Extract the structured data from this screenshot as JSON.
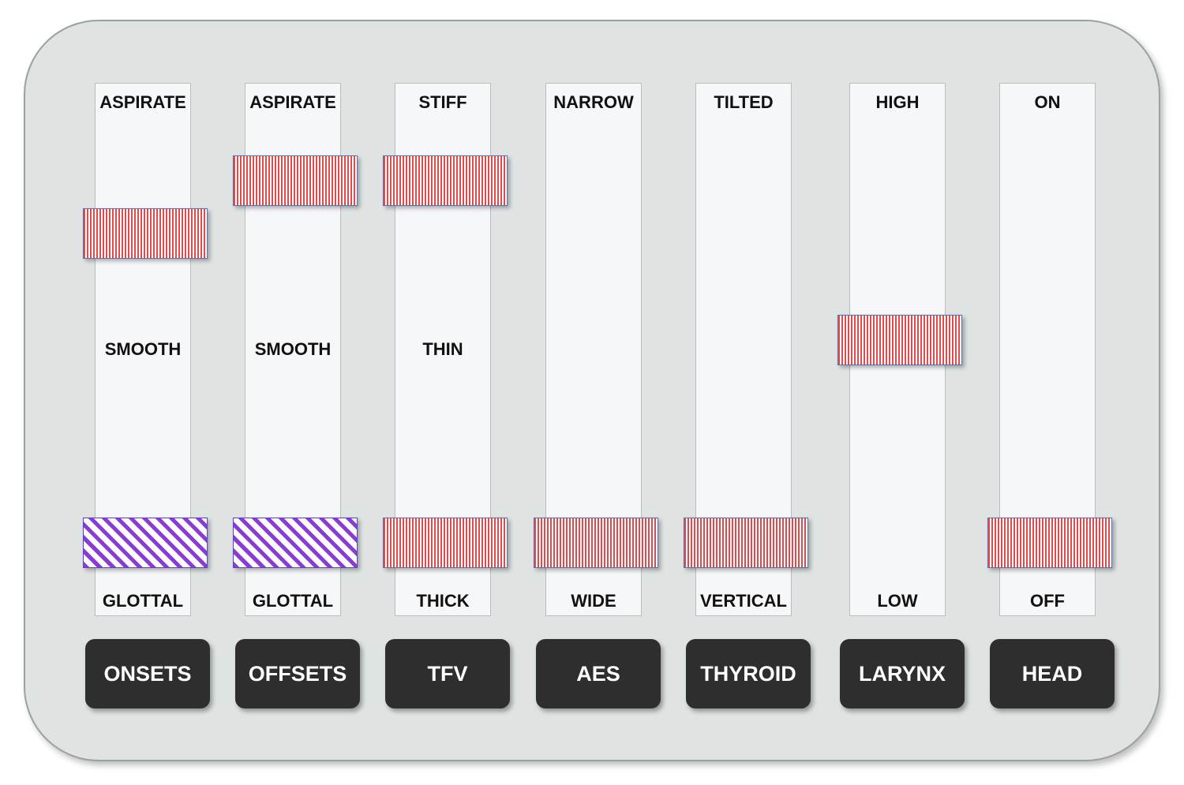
{
  "colors": {
    "panel": "#dfe4e3",
    "track": "#f6f7f8",
    "button": "#2e2e2e",
    "stripe_marker": "#e24a4a",
    "diagonal_marker": "#8a3bd6"
  },
  "channels": [
    {
      "button": "ONSETS",
      "top_label": "ASPIRATE",
      "mid_label": "SMOOTH",
      "bottom_label": "GLOTTAL",
      "markers": [
        {
          "pattern": "vertical-stripes",
          "level": 0.74
        },
        {
          "pattern": "diagonal-stripes",
          "level": 0.1
        }
      ]
    },
    {
      "button": "OFFSETS",
      "top_label": "ASPIRATE",
      "mid_label": "SMOOTH",
      "bottom_label": "GLOTTAL",
      "markers": [
        {
          "pattern": "vertical-stripes",
          "level": 0.85
        },
        {
          "pattern": "diagonal-stripes",
          "level": 0.1
        }
      ]
    },
    {
      "button": "TFV",
      "top_label": "STIFF",
      "mid_label": "THIN",
      "bottom_label": "THICK",
      "markers": [
        {
          "pattern": "vertical-stripes",
          "level": 0.85
        },
        {
          "pattern": "vertical-stripes",
          "level": 0.1
        }
      ]
    },
    {
      "button": "AES",
      "top_label": "NARROW",
      "mid_label": "",
      "bottom_label": "WIDE",
      "markers": [
        {
          "pattern": "vertical-stripes",
          "level": 0.1
        }
      ]
    },
    {
      "button": "THYROID",
      "top_label": "TILTED",
      "mid_label": "",
      "bottom_label": "VERTICAL",
      "markers": [
        {
          "pattern": "vertical-stripes",
          "level": 0.1
        }
      ]
    },
    {
      "button": "LARYNX",
      "top_label": "HIGH",
      "mid_label": "",
      "bottom_label": "LOW",
      "markers": [
        {
          "pattern": "vertical-stripes",
          "level": 0.52
        }
      ]
    },
    {
      "button": "HEAD",
      "top_label": "ON",
      "mid_label": "",
      "bottom_label": "OFF",
      "markers": [
        {
          "pattern": "vertical-stripes",
          "level": 0.1
        }
      ]
    }
  ]
}
